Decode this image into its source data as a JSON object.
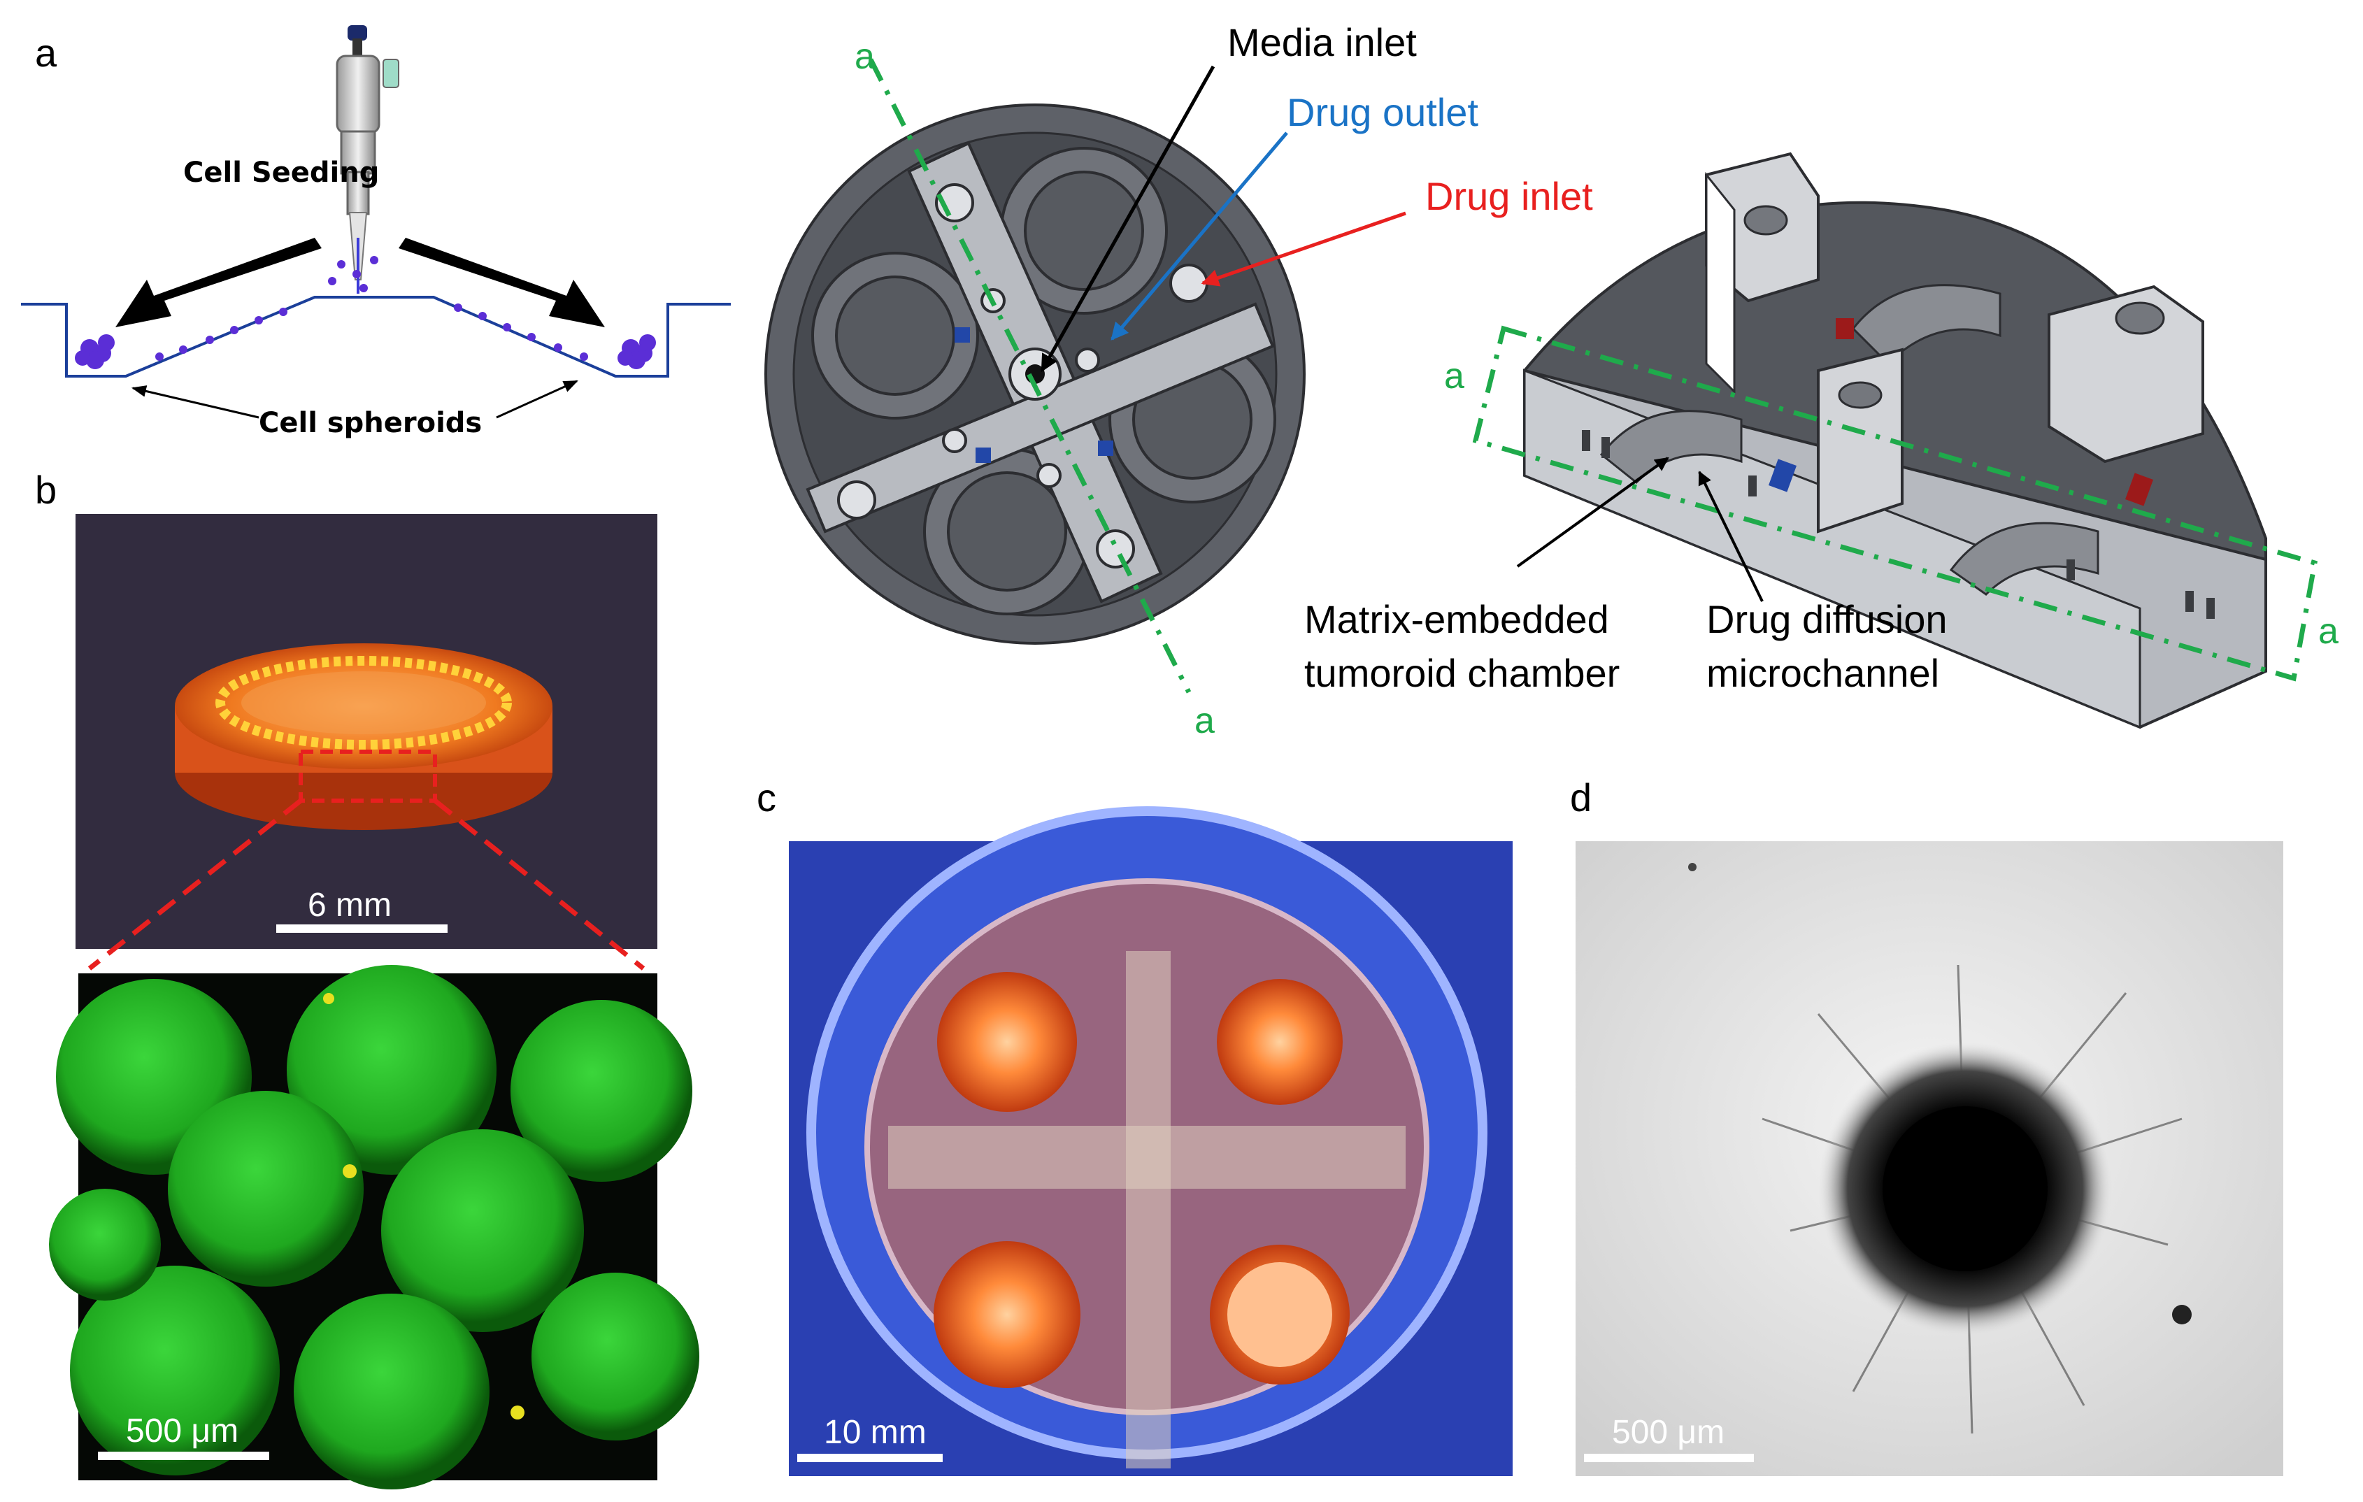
{
  "panels": {
    "a": "a",
    "b": "b",
    "c": "c",
    "d": "d"
  },
  "schematic": {
    "cell_seeding": "Cell Seeding",
    "cell_spheroids": "Cell spheroids"
  },
  "device": {
    "media_inlet": "Media inlet",
    "drug_outlet": "Drug outlet",
    "drug_inlet": "Drug inlet",
    "section_mark": "a",
    "matrix_chamber_line1": "Matrix-embedded",
    "matrix_chamber_line2": "tumoroid chamber",
    "drug_channel_line1": "Drug diffusion",
    "drug_channel_line2": "microchannel"
  },
  "scale_bars": {
    "b_top": "6 mm",
    "b_bottom": "500 μm",
    "c": "10 mm",
    "d": "500 μm"
  },
  "colors": {
    "drug_outlet": "#1a73c6",
    "drug_inlet": "#e8201f",
    "section_line": "#1faa4b",
    "schematic_line": "#1b3f9a",
    "spheroid": "#5b2ed6"
  }
}
